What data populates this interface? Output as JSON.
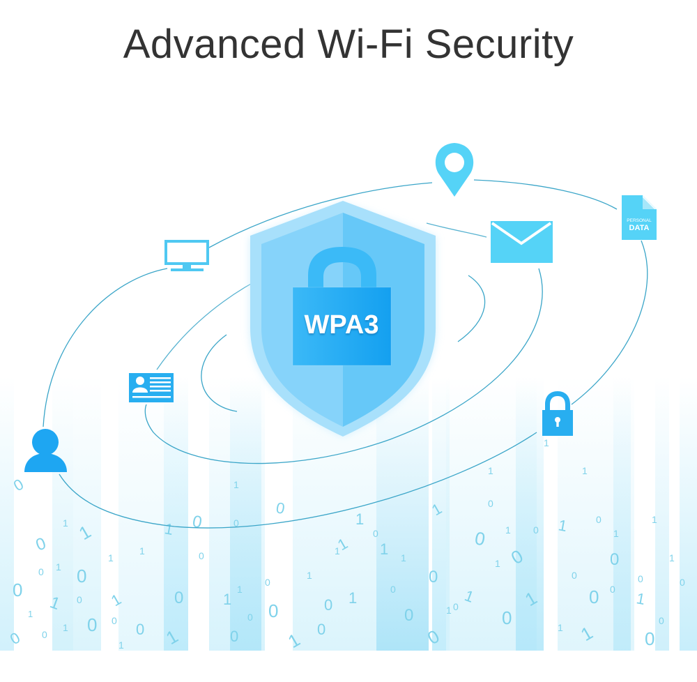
{
  "header": {
    "title": "Advanced Wi-Fi Security"
  },
  "shield": {
    "label": "WPA3",
    "icon": "shield-lock-icon"
  },
  "orbit_icons": [
    {
      "name": "location-pin-icon"
    },
    {
      "name": "envelope-icon"
    },
    {
      "name": "document-icon",
      "line1": "PERSONAL",
      "line2": "DATA"
    },
    {
      "name": "monitor-icon"
    },
    {
      "name": "id-card-icon"
    },
    {
      "name": "user-icon"
    },
    {
      "name": "padlock-icon"
    }
  ],
  "colors": {
    "title": "#333333",
    "icon_blue": "#28aef0",
    "icon_light_blue": "#55d3f7",
    "shield_outer": "#9fdcfa",
    "shield_inner_left": "#7fd0f9",
    "shield_inner_right": "#5fc6f8",
    "lock_body": "#1ea6f2",
    "orbit_line": "#3aa5c8",
    "binary_digit": "#7fd2ea"
  },
  "binary_rain": {
    "digits": [
      "0",
      "1",
      "0",
      "1",
      "0",
      "0",
      "1",
      "0",
      "1",
      "0",
      "1",
      "0",
      "0",
      "1",
      "0",
      "1",
      "0",
      "0",
      "1",
      "1",
      "0",
      "1",
      "0",
      "0",
      "1",
      "0",
      "1",
      "0",
      "0",
      "1",
      "0",
      "1",
      "0",
      "1",
      "0",
      "0",
      "1",
      "0",
      "1",
      "0"
    ]
  }
}
